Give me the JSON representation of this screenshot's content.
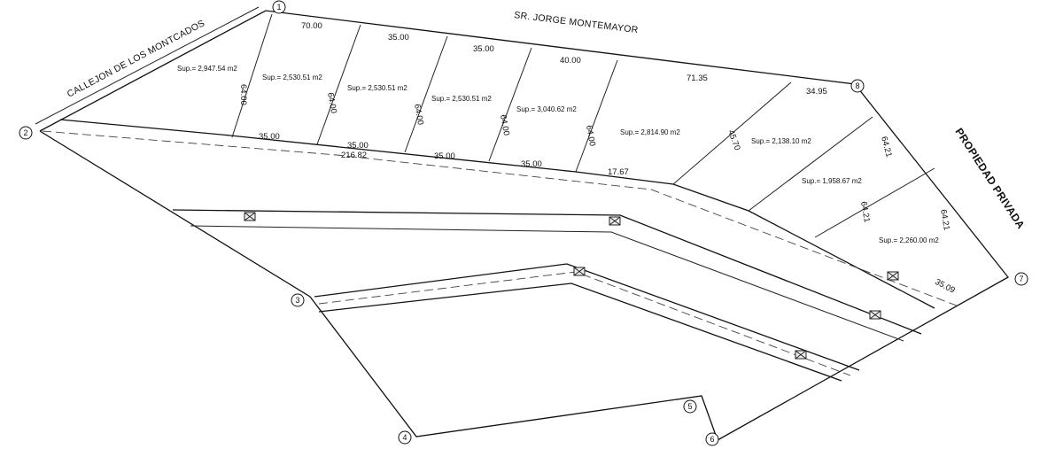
{
  "labels": {
    "north_road": "SR. JORGE MONTEMAYOR",
    "west_road": "CALLEJON DE LOS MONTCADOS",
    "east_boundary": "PROPIEDAD PRIVADA"
  },
  "lots": [
    {
      "area": "Sup.= 2,947.54 m2",
      "front": "",
      "back": "35.00",
      "depth": "64.00"
    },
    {
      "area": "Sup.= 2,530.51 m2",
      "front": "70.00",
      "back": "35.00",
      "depth": "64.00"
    },
    {
      "area": "Sup.= 2,530.51 m2",
      "front": "35.00",
      "back": "35.00",
      "depth": "64.00"
    },
    {
      "area": "Sup.= 2,530.51 m2",
      "front": "35.00",
      "back": "35.00",
      "depth": "64.00"
    },
    {
      "area": "Sup.= 3,040.62 m2",
      "front": "40.00",
      "back": "",
      "depth": "64.00"
    },
    {
      "area": "Sup.= 2,814.90 m2",
      "front": "71.35",
      "back": "17.67",
      "depth": "45.70"
    },
    {
      "area": "Sup.= 2,138.10 m2",
      "front": "34.95",
      "back": "",
      "depth": "64.21"
    },
    {
      "area": "Sup.= 1,958.67 m2",
      "front": "",
      "back": "",
      "depth": "64.21"
    },
    {
      "area": "Sup.= 2,260.00 m2",
      "front": "",
      "back": "35.09",
      "depth": "64.21"
    }
  ],
  "road_length": "216.82",
  "vertices": [
    "1",
    "2",
    "3",
    "4",
    "5",
    "6",
    "7",
    "8"
  ]
}
